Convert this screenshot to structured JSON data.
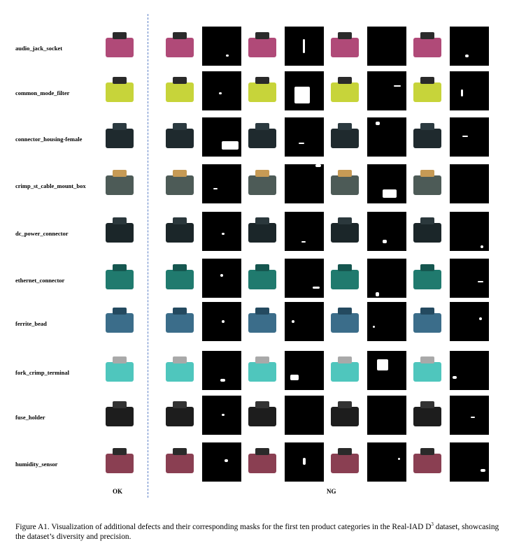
{
  "rows": [
    {
      "label": "audio_jack_socket",
      "body": "#b04a78",
      "accent": "#2b2b2b"
    },
    {
      "label": "common_mode_filter",
      "body": "#c7d43a",
      "accent": "#2a2a2a"
    },
    {
      "label": "connector_housing-female",
      "body": "#1f2a2e",
      "accent": "#2b3a40"
    },
    {
      "label": "crimp_st_cable_mount_box",
      "body": "#4d5b57",
      "accent": "#c69a55"
    },
    {
      "label": "dc_power_connector",
      "body": "#1b2629",
      "accent": "#2b383c"
    },
    {
      "label": "ethernet_connector",
      "body": "#207a6e",
      "accent": "#15564f"
    },
    {
      "label": "ferrite_bead",
      "body": "#3b6d8a",
      "accent": "#244a60"
    },
    {
      "label": "fork_crimp_terminal",
      "body": "#4fc6bd",
      "accent": "#a9a9a9"
    },
    {
      "label": "fuse_holder",
      "body": "#1d1d1d",
      "accent": "#333333"
    },
    {
      "label": "humidity_sensor",
      "body": "#8a3f52",
      "accent": "#2a2a2a"
    }
  ],
  "columns": {
    "ok": "OK",
    "ng": "NG"
  },
  "caption": {
    "prefix": "Figure A1. Visualization of additional defects and their corresponding masks for the first ten product categories in the Real-IAD D",
    "superscript": "3",
    "suffix": " dataset, showcasing the dataset’s diversity and precision."
  },
  "colors": {
    "divider": "#5b7fc6",
    "mask_bg": "#000000",
    "defect": "#ffffff"
  }
}
